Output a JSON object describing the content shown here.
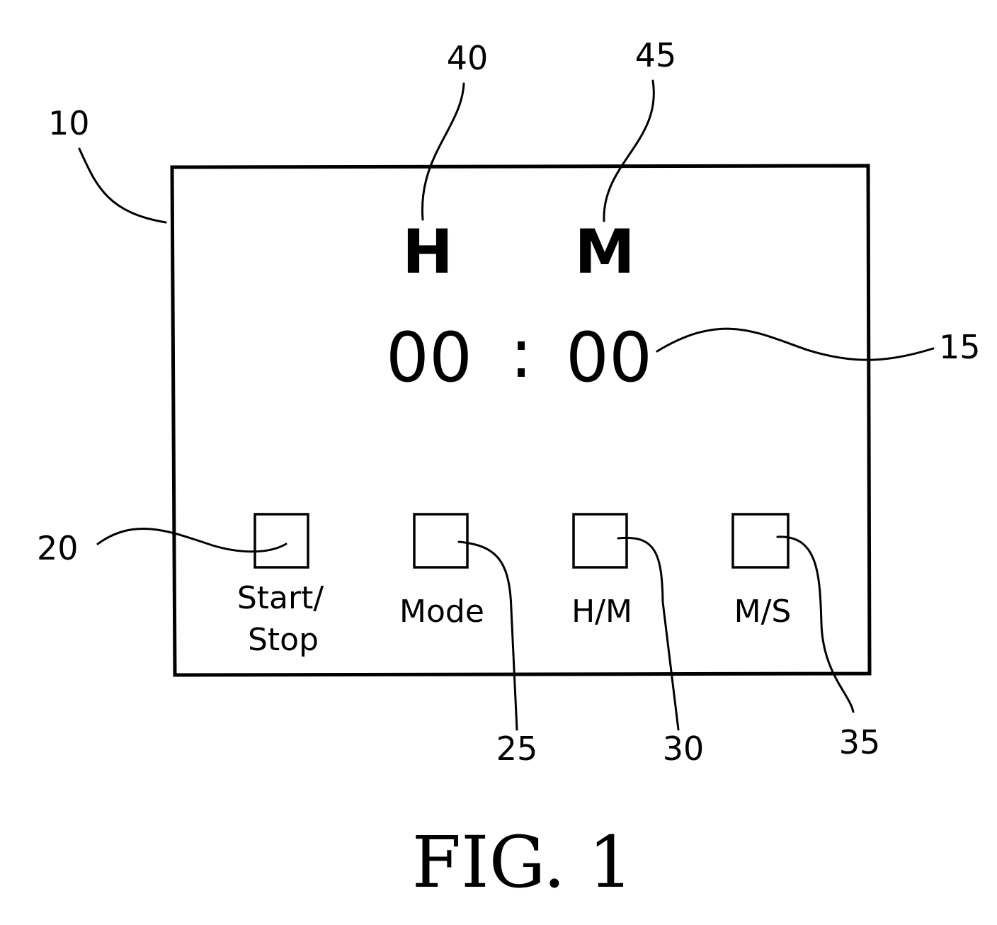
{
  "figure": {
    "caption": "FIG. 1",
    "device_ref": "10"
  },
  "display": {
    "hour_unit": {
      "label": "H",
      "ref": "40"
    },
    "minute_unit": {
      "label": "M",
      "ref": "45"
    },
    "readout": {
      "left_digits": "00",
      "separator": ":",
      "right_digits": "00",
      "ref": "15"
    }
  },
  "buttons": [
    {
      "label_line1": "Start/",
      "label_line2": "Stop",
      "ref": "20"
    },
    {
      "label_line1": "Mode",
      "label_line2": "",
      "ref": "25"
    },
    {
      "label_line1": "H/M",
      "label_line2": "",
      "ref": "30"
    },
    {
      "label_line1": "M/S",
      "label_line2": "",
      "ref": "35"
    }
  ]
}
